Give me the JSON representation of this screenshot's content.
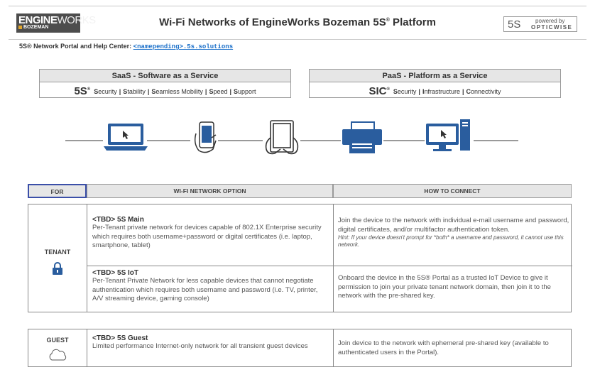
{
  "header": {
    "logo_top_bold": "ENGINE",
    "logo_top_light": "WORKS",
    "logo_bottom": "BOZEMAN",
    "title_part1": "Wi-Fi Networks of EngineWorks Bozeman 5S",
    "title_sup": "®",
    "title_part2": " Platform",
    "poweredby_brand": "5S",
    "poweredby_label": "powered by",
    "poweredby_company": "OPTICWISE"
  },
  "portal": {
    "label": "5S® Network Portal and Help Center: ",
    "link": "<namepending>.5s.solutions"
  },
  "saas": {
    "heading": "SaaS - Software as a Service",
    "brand": "5S",
    "brand_sup": "®",
    "items": [
      {
        "initial": "S",
        "rest": "ecurity"
      },
      {
        "initial": "S",
        "rest": "tability"
      },
      {
        "initial": "S",
        "rest": "eamless Mobility"
      },
      {
        "initial": "S",
        "rest": "peed"
      },
      {
        "initial": "S",
        "rest": "upport"
      }
    ]
  },
  "paas": {
    "heading": "PaaS - Platform as a Service",
    "brand": "SIC",
    "brand_sup": "®",
    "items": [
      {
        "initial": "S",
        "rest": "ecurity"
      },
      {
        "initial": "I",
        "rest": "nfrastructure"
      },
      {
        "initial": "C",
        "rest": "onnectivity"
      }
    ]
  },
  "devices": {
    "icons": [
      "laptop-icon",
      "smartphone-icon",
      "tablet-icon",
      "printer-icon",
      "desktop-icon"
    ],
    "accent": "#2a5d9e"
  },
  "table": {
    "headers": {
      "for": "FOR",
      "option": "WI-FI NETWORK OPTION",
      "how": "HOW TO CONNECT"
    },
    "tenant": {
      "label": "TENANT",
      "rows": [
        {
          "title": "<TBD> 5S Main",
          "desc": "Per-Tenant private network for devices capable of 802.1X Enterprise security which requires both username+password or digital certificates (i.e. laptop, smartphone, tablet)",
          "how": "Join the device to the network with individual e-mail username and password, digital certificates, and/or multifactor authentication token.",
          "hint": "Hint: If your device doesn't prompt for *both* a username and password, it cannot use this network."
        },
        {
          "title": "<TBD> 5S IoT",
          "desc": "Per-Tenant Private Network for less capable devices that cannot negotiate authentication which requires both username and password (i.e. TV, printer, A/V streaming device, gaming console)",
          "how": "Onboard the device in the 5S® Portal as a trusted IoT Device to give it permission to join your private tenant network domain, then join it to the network with the pre-shared key.",
          "hint": ""
        }
      ]
    },
    "guest": {
      "label": "GUEST",
      "title": "<TBD> 5S Guest",
      "desc": "Limited performance Internet-only network for all transient guest devices",
      "how": "Join device to the network with ephemeral pre-shared key (available to authenticated users in the Portal)."
    }
  }
}
